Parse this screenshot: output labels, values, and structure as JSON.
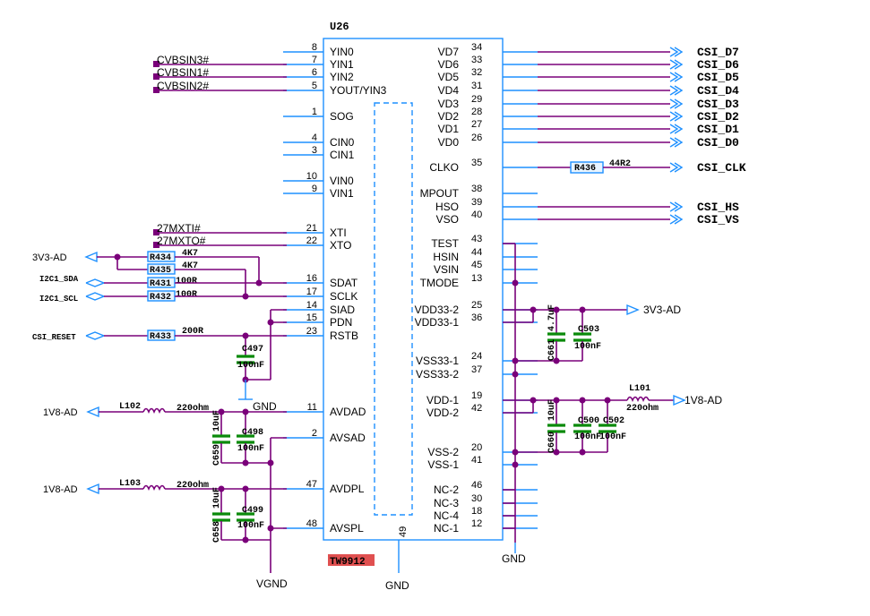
{
  "chip": {
    "ref": "U26",
    "part": "TW9912",
    "bottom_pin": "49",
    "left_pins": [
      {
        "num": "8",
        "name": "YIN0"
      },
      {
        "num": "7",
        "name": "YIN1"
      },
      {
        "num": "6",
        "name": "YIN2"
      },
      {
        "num": "5",
        "name": "YOUT/YIN3"
      },
      {
        "num": "1",
        "name": "SOG"
      },
      {
        "num": "4",
        "name": "CIN0"
      },
      {
        "num": "3",
        "name": "CIN1"
      },
      {
        "num": "10",
        "name": "VIN0"
      },
      {
        "num": "9",
        "name": "VIN1"
      },
      {
        "num": "21",
        "name": "XTI"
      },
      {
        "num": "22",
        "name": "XTO"
      },
      {
        "num": "16",
        "name": "SDAT"
      },
      {
        "num": "17",
        "name": "SCLK"
      },
      {
        "num": "14",
        "name": "SIAD"
      },
      {
        "num": "15",
        "name": "PDN"
      },
      {
        "num": "23",
        "name": "RSTB"
      },
      {
        "num": "11",
        "name": "AVDAD"
      },
      {
        "num": "2",
        "name": "AVSAD"
      },
      {
        "num": "47",
        "name": "AVDPL"
      },
      {
        "num": "48",
        "name": "AVSPL"
      }
    ],
    "right_pins": [
      {
        "num": "34",
        "name": "VD7"
      },
      {
        "num": "33",
        "name": "VD6"
      },
      {
        "num": "32",
        "name": "VD5"
      },
      {
        "num": "31",
        "name": "VD4"
      },
      {
        "num": "29",
        "name": "VD3"
      },
      {
        "num": "28",
        "name": "VD2"
      },
      {
        "num": "27",
        "name": "VD1"
      },
      {
        "num": "26",
        "name": "VD0"
      },
      {
        "num": "35",
        "name": "CLKO"
      },
      {
        "num": "38",
        "name": "MPOUT"
      },
      {
        "num": "39",
        "name": "HSO"
      },
      {
        "num": "40",
        "name": "VSO"
      },
      {
        "num": "43",
        "name": "TEST"
      },
      {
        "num": "44",
        "name": "HSIN"
      },
      {
        "num": "45",
        "name": "VSIN"
      },
      {
        "num": "13",
        "name": "TMODE"
      },
      {
        "num": "25",
        "name": "VDD33-2"
      },
      {
        "num": "36",
        "name": "VDD33-1"
      },
      {
        "num": "24",
        "name": "VSS33-1"
      },
      {
        "num": "37",
        "name": "VSS33-2"
      },
      {
        "num": "19",
        "name": "VDD-1"
      },
      {
        "num": "42",
        "name": "VDD-2"
      },
      {
        "num": "20",
        "name": "VSS-2"
      },
      {
        "num": "41",
        "name": "VSS-1"
      },
      {
        "num": "46",
        "name": "NC-2"
      },
      {
        "num": "30",
        "name": "NC-3"
      },
      {
        "num": "18",
        "name": "NC-4"
      },
      {
        "num": "12",
        "name": "NC-1"
      }
    ]
  },
  "nets": {
    "cvbs": [
      "CVBSIN3#",
      "CVBSIN1#",
      "CVBSIN2#"
    ],
    "xtal": [
      "27MXTI#",
      "27MXTO#"
    ],
    "csi_data": [
      "CSI_D7",
      "CSI_D6",
      "CSI_D5",
      "CSI_D4",
      "CSI_D3",
      "CSI_D2",
      "CSI_D1",
      "CSI_D0"
    ],
    "csi_clk": "CSI_CLK",
    "csi_hs": "CSI_HS",
    "csi_vs": "CSI_VS",
    "v33_left": "3V3-AD",
    "v33_right": "3V3-AD",
    "i2c_sda": "I2C1_SDA",
    "i2c_scl": "I2C1_SCL",
    "reset": "CSI_RESET",
    "v18_a": "1V8-AD",
    "v18_b": "1V8-AD",
    "v18_right": "1V8-AD",
    "gnd_left": "GND",
    "gnd_right": "GND",
    "gnd_bottom": "GND",
    "vgnd": "VGND"
  },
  "parts": {
    "r436": {
      "ref": "R436",
      "value": "44R2"
    },
    "r434": {
      "ref": "R434",
      "value": "4K7"
    },
    "r435": {
      "ref": "R435",
      "value": "4K7"
    },
    "r431": {
      "ref": "R431",
      "value": "100R"
    },
    "r432": {
      "ref": "R432",
      "value": "100R"
    },
    "r433": {
      "ref": "R433",
      "value": "200R"
    },
    "c497": {
      "ref": "C497",
      "value": "100nF"
    },
    "l102": {
      "ref": "L102",
      "value": "220ohm"
    },
    "l103": {
      "ref": "L103",
      "value": "220ohm"
    },
    "l101": {
      "ref": "L101",
      "value": "220ohm"
    },
    "c659": {
      "ref": "C659",
      "value": "10uF"
    },
    "c498": {
      "ref": "C498",
      "value": "100nF"
    },
    "c658": {
      "ref": "C658",
      "value": "10uF"
    },
    "c499": {
      "ref": "C499",
      "value": "100nF"
    },
    "c661": {
      "ref": "C661",
      "value": "4.7uF"
    },
    "c503": {
      "ref": "C503",
      "value": "100nF"
    },
    "c660": {
      "ref": "C660",
      "value": "10uF"
    },
    "c500": {
      "ref": "C500",
      "value": "100nF"
    },
    "c502": {
      "ref": "C502",
      "value": "100nF"
    }
  }
}
